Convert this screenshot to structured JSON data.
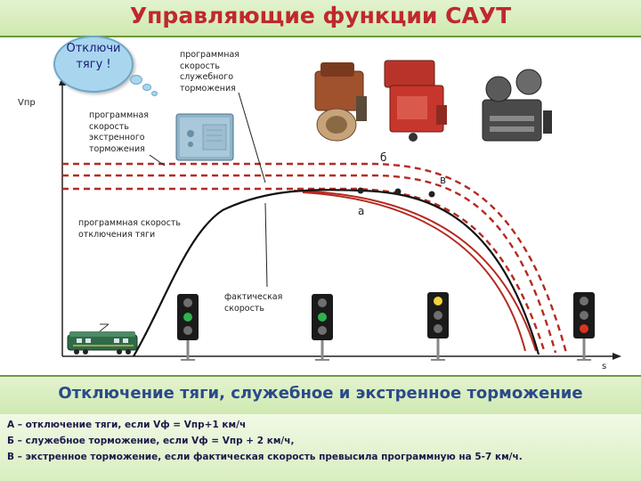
{
  "title": "Управляющие функции САУТ",
  "bubble": {
    "line1": "Отключи",
    "line2": "тягу !"
  },
  "axes": {
    "y": "Vпр",
    "x": "s"
  },
  "labels": {
    "service_braking": [
      "программная",
      "скорость",
      "служебного",
      "торможения"
    ],
    "emergency_braking": [
      "программная",
      "скорость",
      "экстренного",
      "торможения"
    ],
    "traction_off": [
      "программная скорость",
      "отключения тяги"
    ],
    "actual_speed": [
      "фактическая",
      "скорость"
    ]
  },
  "points": {
    "a": "а",
    "b": "б",
    "v": "в"
  },
  "subtitle": "Отключение тяги, служебное и экстренное торможение",
  "rules": [
    "А – отключение тяги, если  Vф = Vпр+1 км/ч",
    "Б – служебное торможение, если Vф  = Vпр + 2 км/ч,",
    "В – экстренное торможение, если фактическая скорость превысила программную на 5-7 км/ч."
  ],
  "colors": {
    "title": "#c0282d",
    "subtitle": "#2b4a8a",
    "curves": "#b52a22",
    "signal_green": "#2db34a",
    "signal_yellow": "#f2d23a",
    "signal_red": "#d8341f"
  },
  "signals": [
    {
      "aspect": "green",
      "lamps": [
        "off",
        "green",
        "off"
      ]
    },
    {
      "aspect": "green",
      "lamps": [
        "off",
        "green",
        "off"
      ]
    },
    {
      "aspect": "yellow",
      "lamps": [
        "yellow",
        "off",
        "off"
      ]
    },
    {
      "aspect": "red",
      "lamps": [
        "off",
        "off",
        "red"
      ]
    }
  ]
}
